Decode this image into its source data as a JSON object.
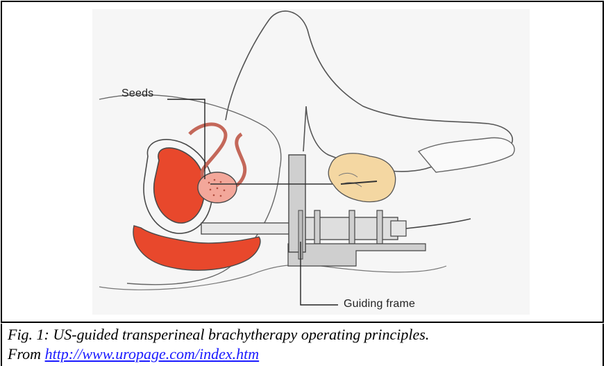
{
  "figure": {
    "labels": {
      "seeds": "Seeds",
      "guiding_frame": "Guiding frame"
    },
    "colors": {
      "organ_red": "#e8482c",
      "organ_pink": "#f3a79a",
      "outline": "#4a4a4a",
      "hand_fill": "#f4d7a2",
      "frame_gray": "#cfcfcf"
    }
  },
  "caption": {
    "line1": "Fig. 1: US-guided transperineal brachytherapy operating principles.",
    "line2_prefix": "From ",
    "link_text": "http://www.uropage.com/index.htm"
  }
}
